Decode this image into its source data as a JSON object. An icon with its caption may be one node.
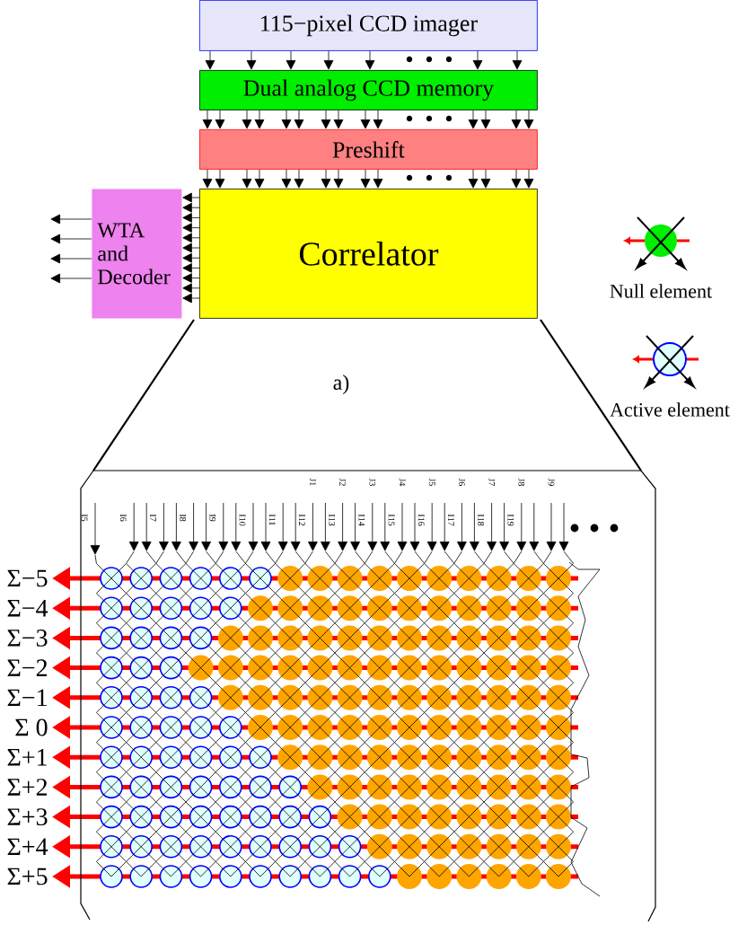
{
  "diagram": {
    "nodes": [
      {
        "text": [
          "115−pixel CCD imager"
        ]
      },
      {
        "text": [
          "Dual analog CCD memory"
        ]
      },
      {
        "text": [
          "Preshift"
        ]
      },
      {
        "text": [
          "Correlator"
        ]
      },
      {
        "text": [
          "WTA and Decoder"
        ]
      },
      {
        "text": [
          "Σ−5"
        ]
      },
      {
        "text": [
          "Σ−4"
        ]
      },
      {
        "text": [
          "Σ−3"
        ]
      },
      {
        "text": [
          "Σ−2"
        ]
      },
      {
        "text": [
          "Σ−1"
        ]
      },
      {
        "text": [
          "Σ 0"
        ]
      },
      {
        "text": [
          "Σ+1"
        ]
      },
      {
        "text": [
          "Σ+2"
        ]
      },
      {
        "text": [
          "Σ+3"
        ]
      },
      {
        "text": [
          "Σ+4"
        ]
      },
      {
        "text": [
          "Σ+5"
        ]
      }
    ],
    "edges": [
      {
        "from": 0,
        "to": 1,
        "arrow": "to"
      },
      {
        "from": 0,
        "to": 1,
        "arrow": "to"
      },
      {
        "from": 0,
        "to": 1,
        "arrow": "to"
      },
      {
        "from": 0,
        "to": 1,
        "arrow": "to"
      },
      {
        "from": 0,
        "to": 1,
        "arrow": "to"
      },
      {
        "from": 0,
        "to": 1,
        "arrow": "to"
      },
      {
        "from": 0,
        "to": 1,
        "arrow": "to"
      },
      {
        "from": 1,
        "to": 2,
        "arrow": "to"
      },
      {
        "from": 1,
        "to": 2,
        "arrow": "to"
      },
      {
        "from": 1,
        "to": 2,
        "arrow": "to"
      },
      {
        "from": 1,
        "to": 2,
        "arrow": "to"
      },
      {
        "from": 1,
        "to": 2,
        "arrow": "to"
      },
      {
        "from": 1,
        "to": 2,
        "arrow": "to"
      },
      {
        "from": 1,
        "to": 2,
        "arrow": "to"
      },
      {
        "from": 1,
        "to": 2,
        "arrow": "to"
      },
      {
        "from": 1,
        "to": 2,
        "arrow": "to"
      },
      {
        "from": 1,
        "to": 2,
        "arrow": "to"
      },
      {
        "from": 1,
        "to": 2,
        "arrow": "to"
      },
      {
        "from": 1,
        "to": 2,
        "arrow": "to"
      },
      {
        "from": 1,
        "to": 2,
        "arrow": "to"
      },
      {
        "from": 1,
        "to": 2,
        "arrow": "to"
      },
      {
        "from": 2,
        "to": 3,
        "arrow": "to"
      },
      {
        "from": 2,
        "to": 3,
        "arrow": "to"
      },
      {
        "from": 2,
        "to": 3,
        "arrow": "to"
      },
      {
        "from": 2,
        "to": 3,
        "arrow": "to"
      },
      {
        "from": 2,
        "to": 3,
        "arrow": "to"
      },
      {
        "from": 2,
        "to": 3,
        "arrow": "to"
      },
      {
        "from": 2,
        "to": 3,
        "arrow": "to"
      },
      {
        "from": 2,
        "to": 3,
        "arrow": "to"
      },
      {
        "from": 2,
        "to": 3,
        "arrow": "to"
      },
      {
        "from": 2,
        "to": 3,
        "arrow": "to"
      },
      {
        "from": 2,
        "to": 3,
        "arrow": "to"
      },
      {
        "from": 2,
        "to": 3,
        "arrow": "to"
      },
      {
        "from": 2,
        "to": 3,
        "arrow": "to"
      },
      {
        "from": 2,
        "to": 3,
        "arrow": "to"
      },
      {
        "from": 3,
        "to": 4,
        "arrow": "to"
      },
      {
        "from": 3,
        "to": 4,
        "arrow": "to"
      },
      {
        "from": 3,
        "to": 4,
        "arrow": "to"
      },
      {
        "from": 3,
        "to": 4,
        "arrow": "to"
      },
      {
        "from": 3,
        "to": 4,
        "arrow": "to"
      },
      {
        "from": 3,
        "to": 4,
        "arrow": "to"
      },
      {
        "from": 3,
        "to": 4,
        "arrow": "to"
      },
      {
        "from": 3,
        "to": 4,
        "arrow": "to"
      },
      {
        "from": 3,
        "to": 4,
        "arrow": "to"
      },
      {
        "from": 3,
        "to": 4,
        "arrow": "to"
      },
      {
        "from": 3,
        "to": 4,
        "arrow": "to"
      },
      {
        "from": 4,
        "to": null,
        "arrow": "to"
      },
      {
        "from": 4,
        "to": null,
        "arrow": "to"
      },
      {
        "from": 4,
        "to": null,
        "arrow": "to"
      },
      {
        "from": 4,
        "to": null,
        "arrow": "to"
      },
      {
        "from": null,
        "to": 5,
        "arrow": "to",
        "style": "thick",
        "color": "#ff0000"
      },
      {
        "from": null,
        "to": 6,
        "arrow": "to",
        "style": "thick",
        "color": "#ff0000"
      },
      {
        "from": null,
        "to": 7,
        "arrow": "to",
        "style": "thick",
        "color": "#ff0000"
      },
      {
        "from": null,
        "to": 8,
        "arrow": "to",
        "style": "thick",
        "color": "#ff0000"
      },
      {
        "from": null,
        "to": 9,
        "arrow": "to",
        "style": "thick",
        "color": "#ff0000"
      },
      {
        "from": null,
        "to": 10,
        "arrow": "to",
        "style": "thick",
        "color": "#ff0000"
      },
      {
        "from": null,
        "to": 11,
        "arrow": "to",
        "style": "thick",
        "color": "#ff0000"
      },
      {
        "from": null,
        "to": 12,
        "arrow": "to",
        "style": "thick",
        "color": "#ff0000"
      },
      {
        "from": null,
        "to": 13,
        "arrow": "to",
        "style": "thick",
        "color": "#ff0000"
      },
      {
        "from": null,
        "to": 14,
        "arrow": "to",
        "style": "thick",
        "color": "#ff0000"
      },
      {
        "from": null,
        "to": 15,
        "arrow": "to",
        "style": "thick",
        "color": "#ff0000"
      }
    ],
    "labels": [
      "a)",
      "J1",
      "J2",
      "J3",
      "J4",
      "J5",
      "J6",
      "J7",
      "J8",
      "J9",
      "I5",
      "I6",
      "I7",
      "I8",
      "I9",
      "I10",
      "I11",
      "I12",
      "I13",
      "I14",
      "I15",
      "I16",
      "I17",
      "I18",
      "I19"
    ],
    "legend": [
      {
        "text": "Null element"
      },
      {
        "text": "Active element"
      }
    ]
  }
}
